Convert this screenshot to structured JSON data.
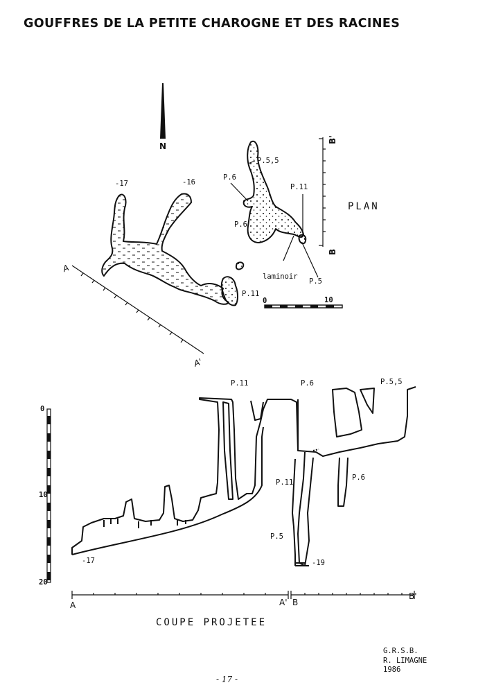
{
  "title": "GOUFFRES DE LA PETITE CHAROGNE ET DES RACINES",
  "north": "N",
  "plan": {
    "label": "PLAN",
    "depth_labels": [
      "-17",
      "-16"
    ],
    "pit_labels": [
      "P.5,5",
      "P.6",
      "P.6",
      "P.11",
      "P.11",
      "P.5"
    ],
    "laminoir": "laminoir",
    "section_a": "A",
    "section_a_prime": "A'",
    "section_b": "B",
    "section_b_prime": "B'",
    "scale_start": "0",
    "scale_end": "10"
  },
  "section": {
    "label": "COUPE PROJETEE",
    "pit_labels": [
      "P.11",
      "P.6",
      "P.5,5",
      "P.11",
      "P.6",
      "P.5"
    ],
    "depth_labels": [
      "-17",
      "-19"
    ],
    "scale_ticks": [
      "0",
      "10",
      "20"
    ],
    "axis_a": "A",
    "axis_a_prime": "A'",
    "axis_b": "B",
    "axis_b_prime": "B'"
  },
  "credits": [
    "G.R.S.B.",
    "R. LIMAGNE",
    "1986"
  ],
  "page_number": "- 17 -",
  "colors": {
    "ink": "#111111",
    "paper": "#ffffff"
  }
}
